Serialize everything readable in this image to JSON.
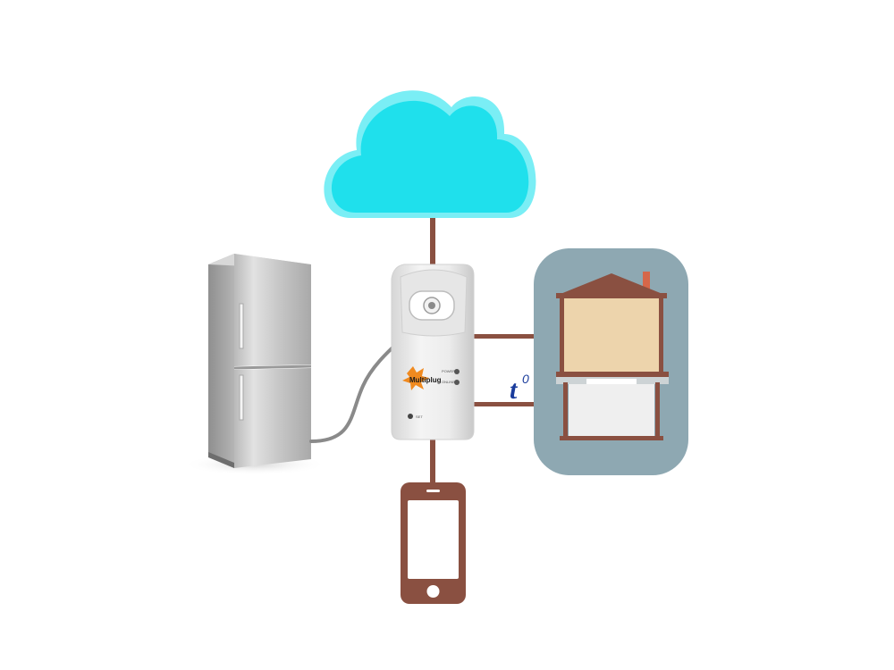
{
  "diagram": {
    "device": {
      "brand_text": "Multiplug",
      "led_labels": [
        "POWER",
        "ONLINE"
      ],
      "button_label": "SET"
    },
    "temperature_label": {
      "base": "t",
      "superscript": "0"
    },
    "colors": {
      "cloud": "#1fe0ec",
      "cloud_highlight": "#7aeef5",
      "connector": "#8a5041",
      "house_panel": "#8ea8b2",
      "house_wall": "#edd4ac",
      "house_roof": "#8a5041",
      "chimney": "#d6674a",
      "basement": "#efefef",
      "phone": "#8a5041",
      "fridge_body": "#c8c8c8",
      "temperature_text": "#1a3c9c",
      "brand_orange": "#f08a20"
    },
    "icons": [
      "cloud-icon",
      "fridge-icon",
      "smart-plug-icon",
      "house-icon",
      "smartphone-icon"
    ]
  }
}
